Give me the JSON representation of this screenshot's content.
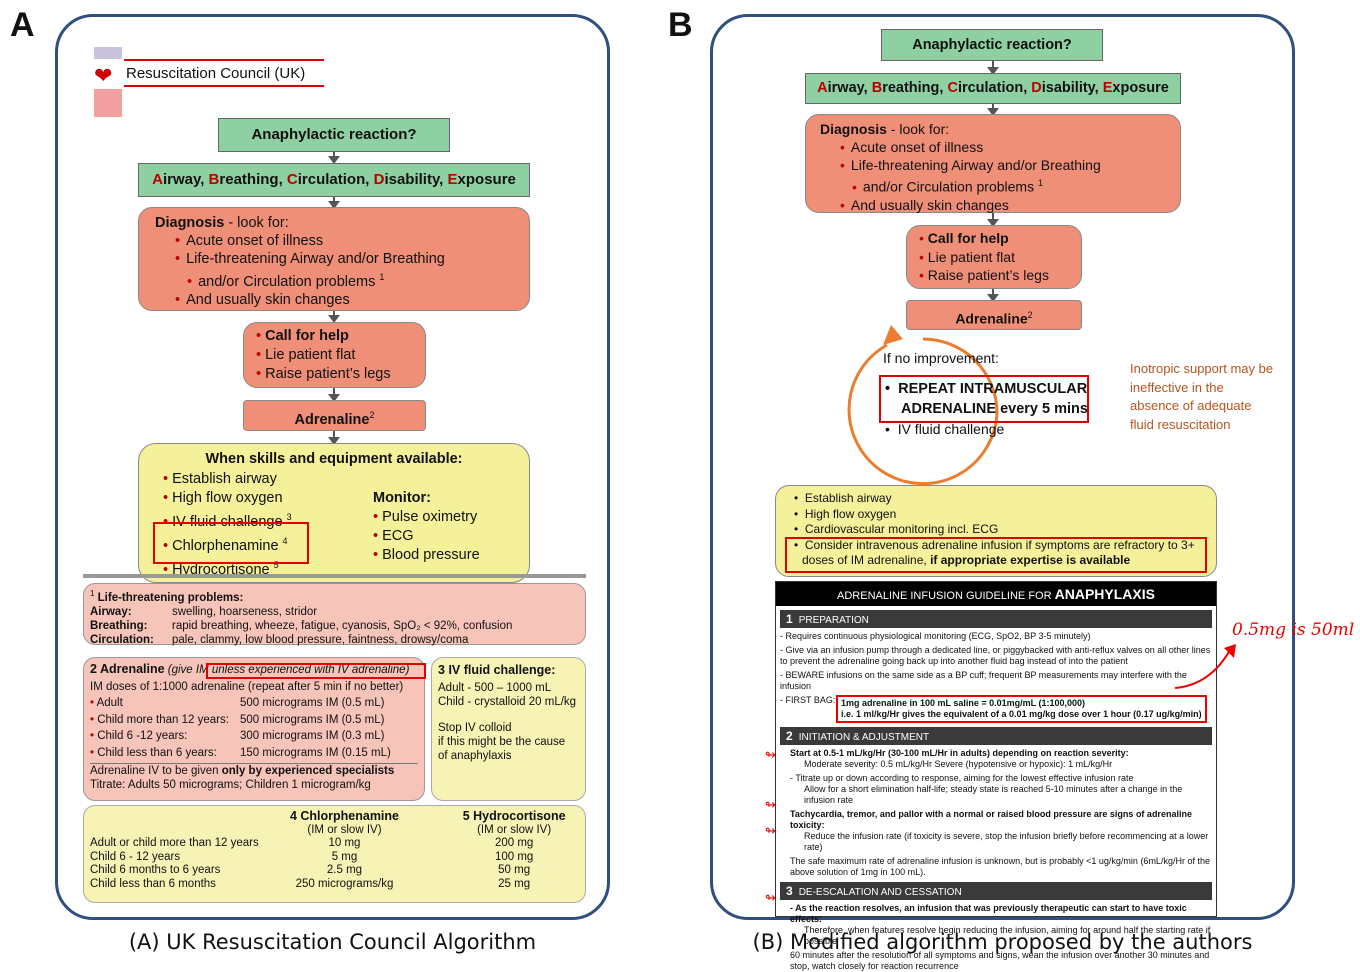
{
  "labels": {
    "a": "A",
    "b": "B"
  },
  "captions": {
    "a": "(A) UK Resuscitation Council Algorithm",
    "b": "(B) Modified algorithm proposed by the authors"
  },
  "logo": {
    "text": "Resuscitation Council (UK)"
  },
  "flow": {
    "question": "Anaphylactic reaction?",
    "abcde": {
      "a1": "A",
      "a2": "irway, ",
      "b1": "B",
      "b2": "reathing, ",
      "c1": "C",
      "c2": "irculation, ",
      "d1": "D",
      "d2": "isability, ",
      "e1": "E",
      "e2": "xposure"
    },
    "diagnosis_title": "Diagnosis",
    "diagnosis_sub": " - look for:",
    "diag1": "Acute onset of illness",
    "diag2": "Life-threatening Airway and/or Breathing",
    "diag3": "and/or Circulation problems",
    "diag_sup": "1",
    "diag4": "And usually skin changes",
    "call": "Call for help",
    "flat": "Lie patient flat",
    "legs": "Raise patient’s legs",
    "adrenaline": "Adrenaline",
    "adr_sup": "2"
  },
  "a": {
    "skills_title": "When skills and equipment available:",
    "skills": [
      "Establish airway",
      "High flow oxygen",
      "IV fluid challenge",
      "Chlorphenamine",
      "Hydrocortisone"
    ],
    "skills_sup": [
      "",
      "",
      "3",
      "4",
      "5"
    ],
    "monitor_title": "Monitor:",
    "monitor": [
      "Pulse oximetry",
      "ECG",
      "Blood pressure"
    ],
    "lt": {
      "title": "Life-threatening problems:",
      "num": "1",
      "rows": [
        [
          "Airway:",
          "swelling, hoarseness, stridor"
        ],
        [
          "Breathing:",
          "rapid breathing, wheeze, fatigue, cyanosis, SpO₂ < 92%, confusion"
        ],
        [
          "Circulation:",
          "pale, clammy, low blood pressure, faintness, drowsy/coma"
        ]
      ]
    },
    "adr": {
      "num": "2",
      "title": "Adrenaline",
      "note": "(give IM unless experienced with IV adrenaline)",
      "line": "IM doses of 1:1000 adrenaline (repeat after 5 min if no better)",
      "rows": [
        [
          "Adult",
          "500 micrograms IM (0.5 mL)"
        ],
        [
          "Child more than 12 years:",
          "500 micrograms IM (0.5 mL)"
        ],
        [
          "Child 6 -12 years:",
          "300 micrograms IM (0.3 mL)"
        ],
        [
          "Child less than 6 years:",
          "150 micrograms IM (0.15 mL)"
        ]
      ],
      "iv1": "Adrenaline IV to be given ",
      "iv2": "only by experienced specialists",
      "titrate": "Titrate: Adults 50 micrograms; Children 1 microgram/kg"
    },
    "fluid": {
      "num": "3",
      "title": "IV fluid challenge:",
      "l1": "Adult - 500 – 1000 mL",
      "l2": "Child - crystalloid 20 mL/kg",
      "l3": "Stop IV colloid",
      "l4": "if this might be the cause",
      "l5": "of anaphylaxis"
    },
    "dose": {
      "h1n": "4",
      "h1": "Chlorphenamine",
      "h1s": "(IM or slow IV)",
      "h2n": "5",
      "h2": "Hydrocortisone",
      "h2s": "(IM or slow IV)",
      "rows": [
        [
          "Adult or child more than 12 years",
          "10 mg",
          "200 mg"
        ],
        [
          "Child 6 - 12 years",
          "5 mg",
          "100 mg"
        ],
        [
          "Child 6 months to 6 years",
          "2.5 mg",
          "50 mg"
        ],
        [
          "Child less than 6 months",
          "250 micrograms/kg",
          "25 mg"
        ]
      ]
    }
  },
  "b": {
    "no_improve": "If no improvement:",
    "repeat1": "REPEAT INTRAMUSCULAR",
    "repeat2": "ADRENALINE every 5 mins",
    "ivfc": "IV fluid challenge",
    "inotropic": "Inotropic support may be ineffective in the absence of adequate fluid resuscitation",
    "y1": "Establish airway",
    "y2": "High flow oxygen",
    "y3": "Cardiovascular monitoring incl. ECG",
    "y4a": "Consider intravenous adrenaline infusion if symptoms are refractory to 3+ doses of IM adrenaline, ",
    "y4b": "if appropriate expertise is available",
    "guide": {
      "t1": "ADRENALINE INFUSION GUIDELINE FOR ",
      "t2": "ANAPHYLAXIS",
      "s1n": "1",
      "s1": "PREPARATION",
      "s2n": "2",
      "s2": "INITIATION & ADJUSTMENT",
      "s3n": "3",
      "s3": "DE-ESCALATION AND CESSATION",
      "p1": "- Requires continuous physiological monitoring (ECG, SpO2, BP 3-5 minutely)",
      "p2": "- Give via an infusion pump through a dedicated line, or piggybacked with anti-reflux valves on all other lines to prevent the adrenaline going back up into another fluid bag instead of into the patient",
      "p3": "- BEWARE infusions on the same side as a BP cuff; frequent BP measurements may interfere with the infusion",
      "fb": "- FIRST BAG:",
      "fb1": "1mg adrenaline in 100 mL saline = 0.01mg/mL (1:100,000)",
      "fb2": "i.e. 1 ml/kg/Hr gives the equivalent of a 0.01 mg/kg dose over 1 hour  (0.17 ug/kg/min)",
      "i1": "Start at 0.5-1 mL/kg/Hr (30-100 mL/Hr in adults) depending on reaction severity:",
      "i1b": "Moderate severity: 0.5 mL/kg/Hr   Severe (hypotensive or hypoxic): 1 mL/kg/Hr",
      "i2": "- Titrate up or down according to response, aiming for the lowest effective infusion rate",
      "i2b": "Allow for a short elimination half-life; steady state is reached 5-10 minutes after a change in the infusion rate",
      "i3": "Tachycardia, tremor, and pallor with a normal or raised blood pressure are signs of adrenaline toxicity:",
      "i3b": "Reduce the infusion rate (if toxicity is severe, stop the infusion briefly before recommencing at a lower rate)",
      "i4": "The safe maximum rate of adrenaline infusion is unknown, but is probably <1 ug/kg/min (6mL/kg/Hr of the above solution of 1mg in 100 mL).",
      "d1": "- As the reaction resolves, an infusion that was previously therapeutic can start to have toxic effects:",
      "d1b": "Therefore, when features resolve begin reducing the infusion, aiming for around half the starting rate if possible",
      "d2": "60 minutes after the resolution of all symptoms and signs, wean the infusion over another 30 minutes and stop, watch closely for reaction recurrence"
    },
    "handwritten": "0.5mg is 50ml"
  }
}
